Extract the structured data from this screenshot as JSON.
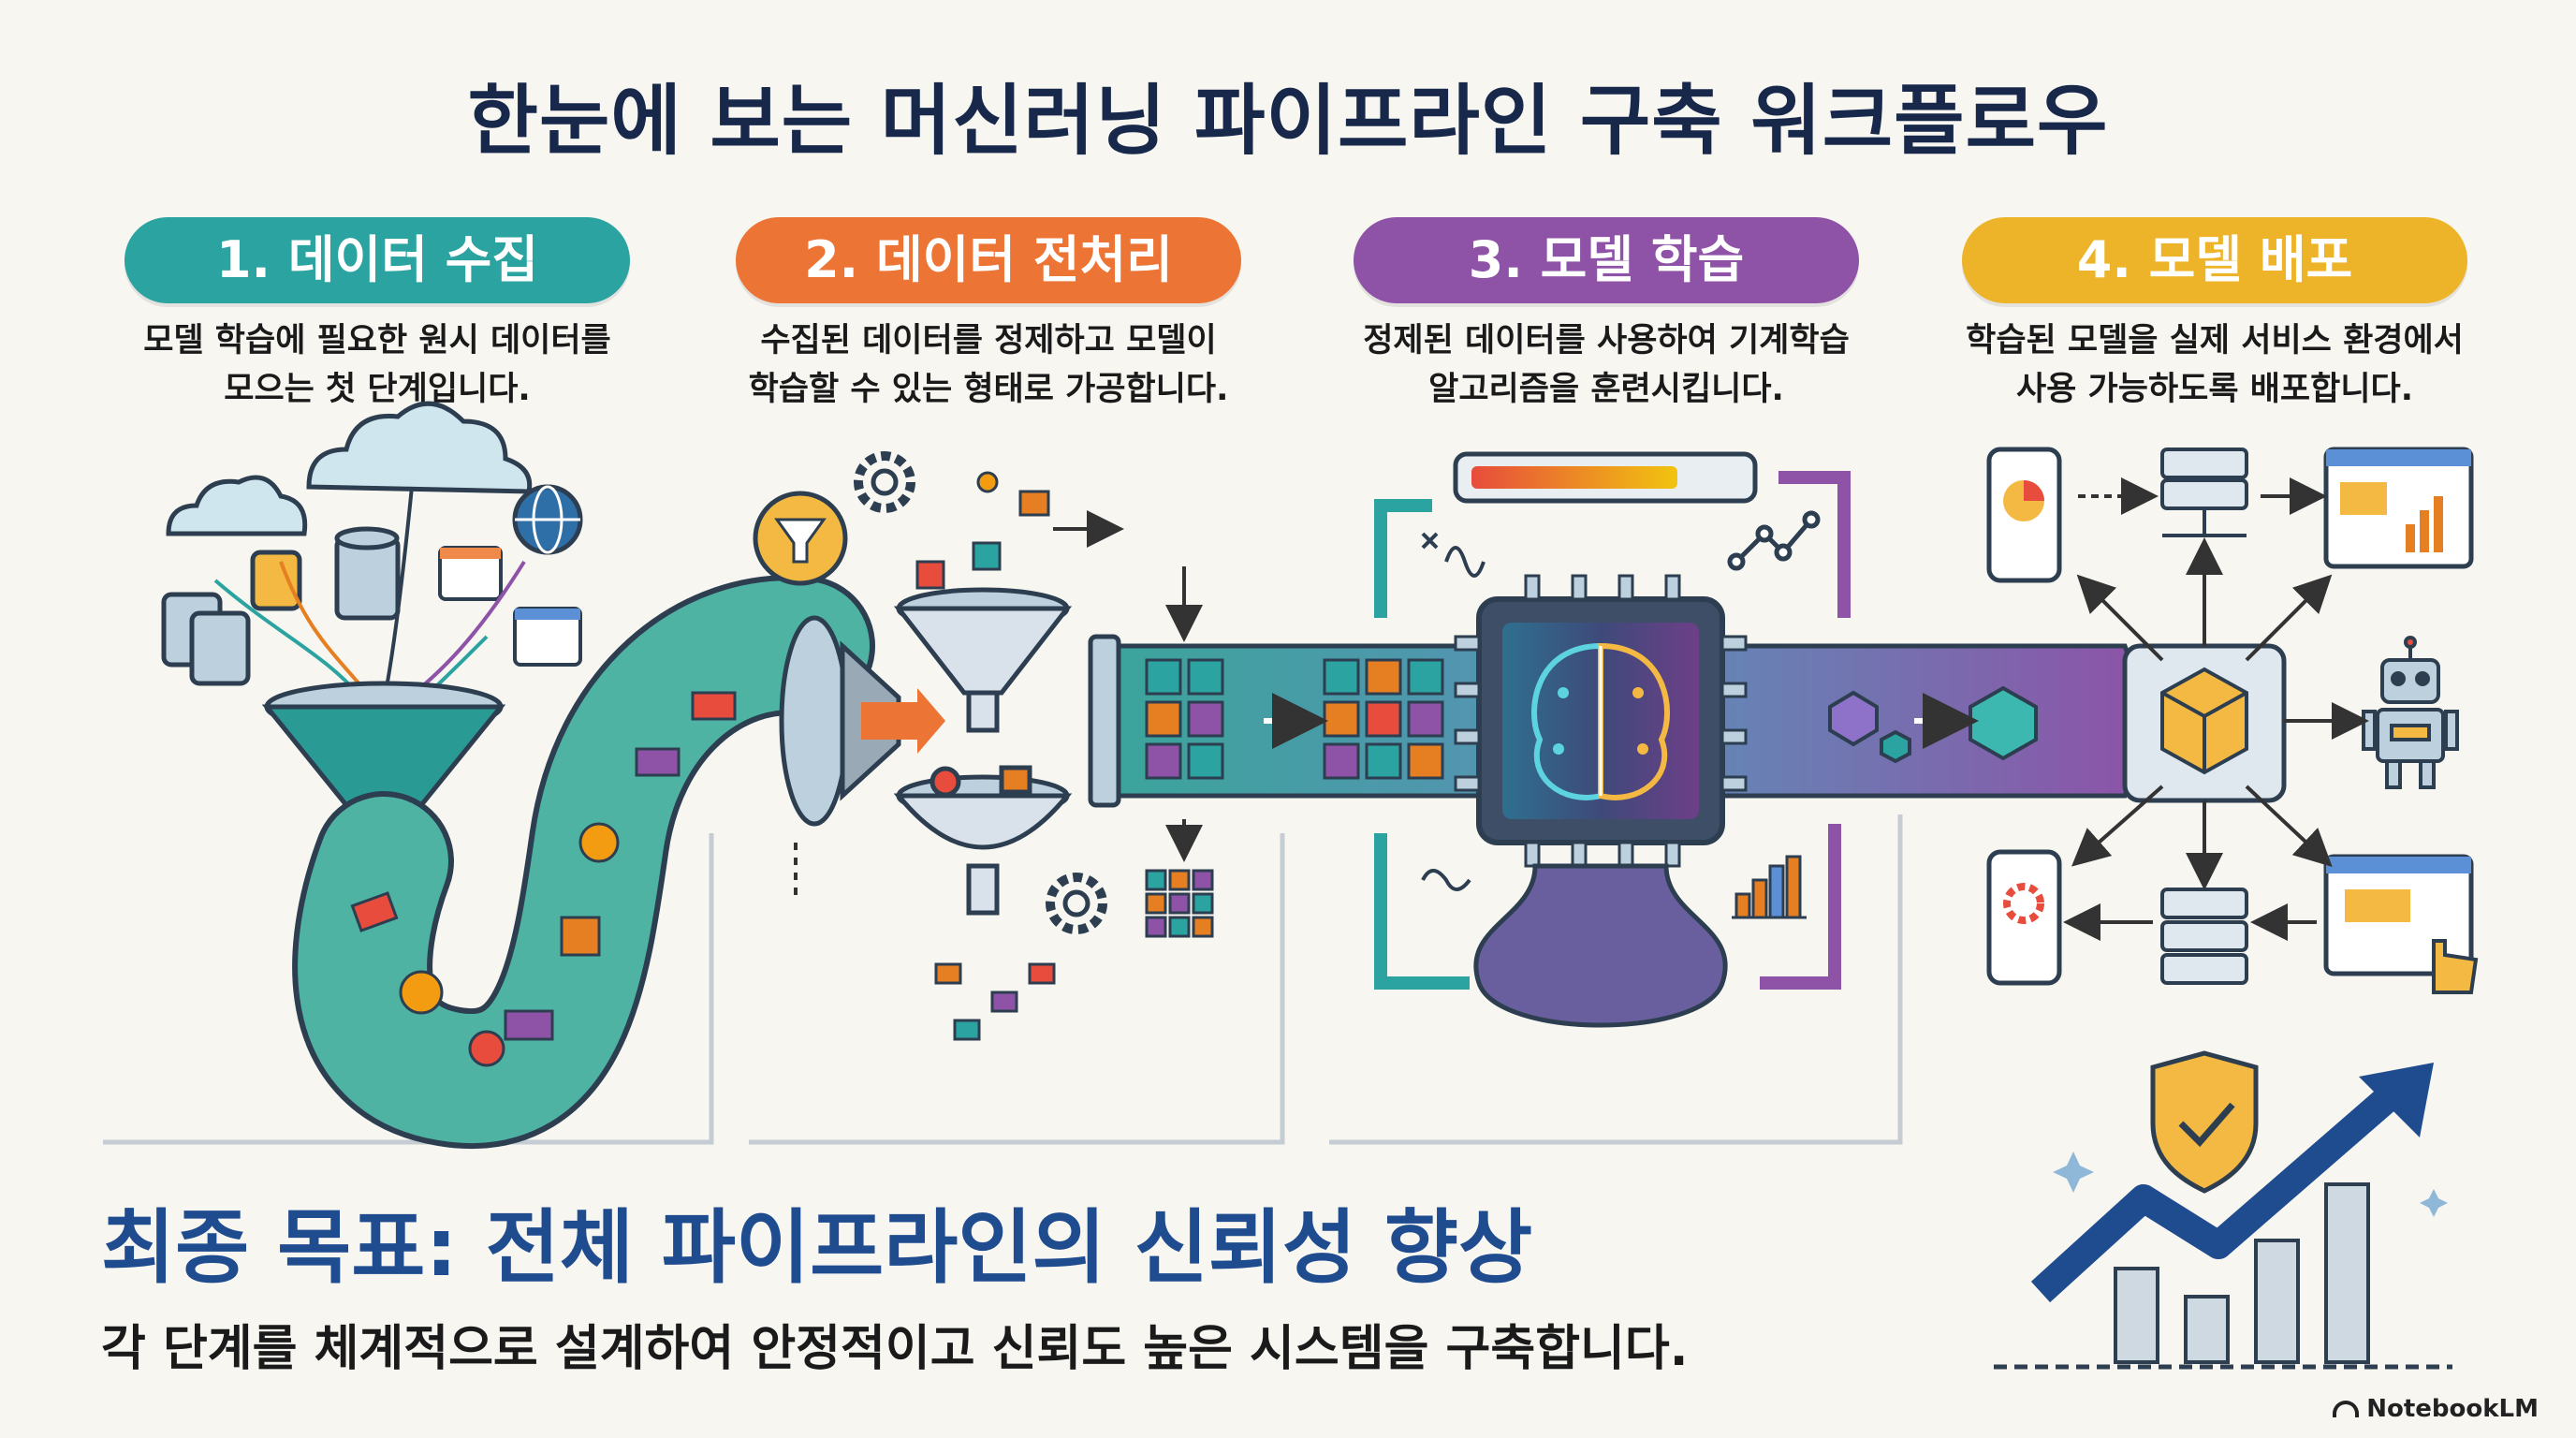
{
  "title": "한눈에 보는 머신러닝 파이프라인 구축 워크플로우",
  "stages": [
    {
      "label": "1. 데이터 수집",
      "color": "#2ba3a0",
      "desc": [
        "모델 학습에 필요한 원시 데이터를",
        "모으는 첫 단계입니다."
      ]
    },
    {
      "label": "2. 데이터 전처리",
      "color": "#ec7434",
      "desc": [
        "수집된 데이터를 정제하고 모델이",
        "학습할 수 있는 형태로 가공합니다."
      ]
    },
    {
      "label": "3. 모델 학습",
      "color": "#8e52a7",
      "desc": [
        "정제된 데이터를 사용하여 기계학습",
        "알고리즘을 훈련시킵니다."
      ]
    },
    {
      "label": "4. 모델 배포",
      "color": "#edb42a",
      "desc": [
        "학습된 모델을 실제 서비스 환경에서",
        "사용 가능하도록 배포합니다."
      ]
    }
  ],
  "goal": {
    "title": "최종 목표: 전체 파이프라인의 신뢰성 향상",
    "subtitle": "각 단계를 체계적으로 설계하여 안정적이고 신뢰도 높은 시스템을 구축합니다."
  },
  "branding": "NotebookLM",
  "icons": [
    "cloud-icon",
    "database-icon",
    "globe-icon",
    "browser-window-icon",
    "funnel-icon",
    "gear-icon",
    "sieve-icon",
    "brain-chip-icon",
    "progress-bar-icon",
    "line-chart-icon",
    "bar-chart-icon",
    "cube-icon",
    "server-icon",
    "smartphone-icon",
    "robot-icon",
    "pointer-hand-icon",
    "shield-check-icon",
    "growth-chart-icon"
  ],
  "colors": {
    "teal": "#2ba3a0",
    "orange": "#ec7434",
    "purple": "#8e52a7",
    "yellow": "#edb42a",
    "navy": "#1f4b8f"
  }
}
